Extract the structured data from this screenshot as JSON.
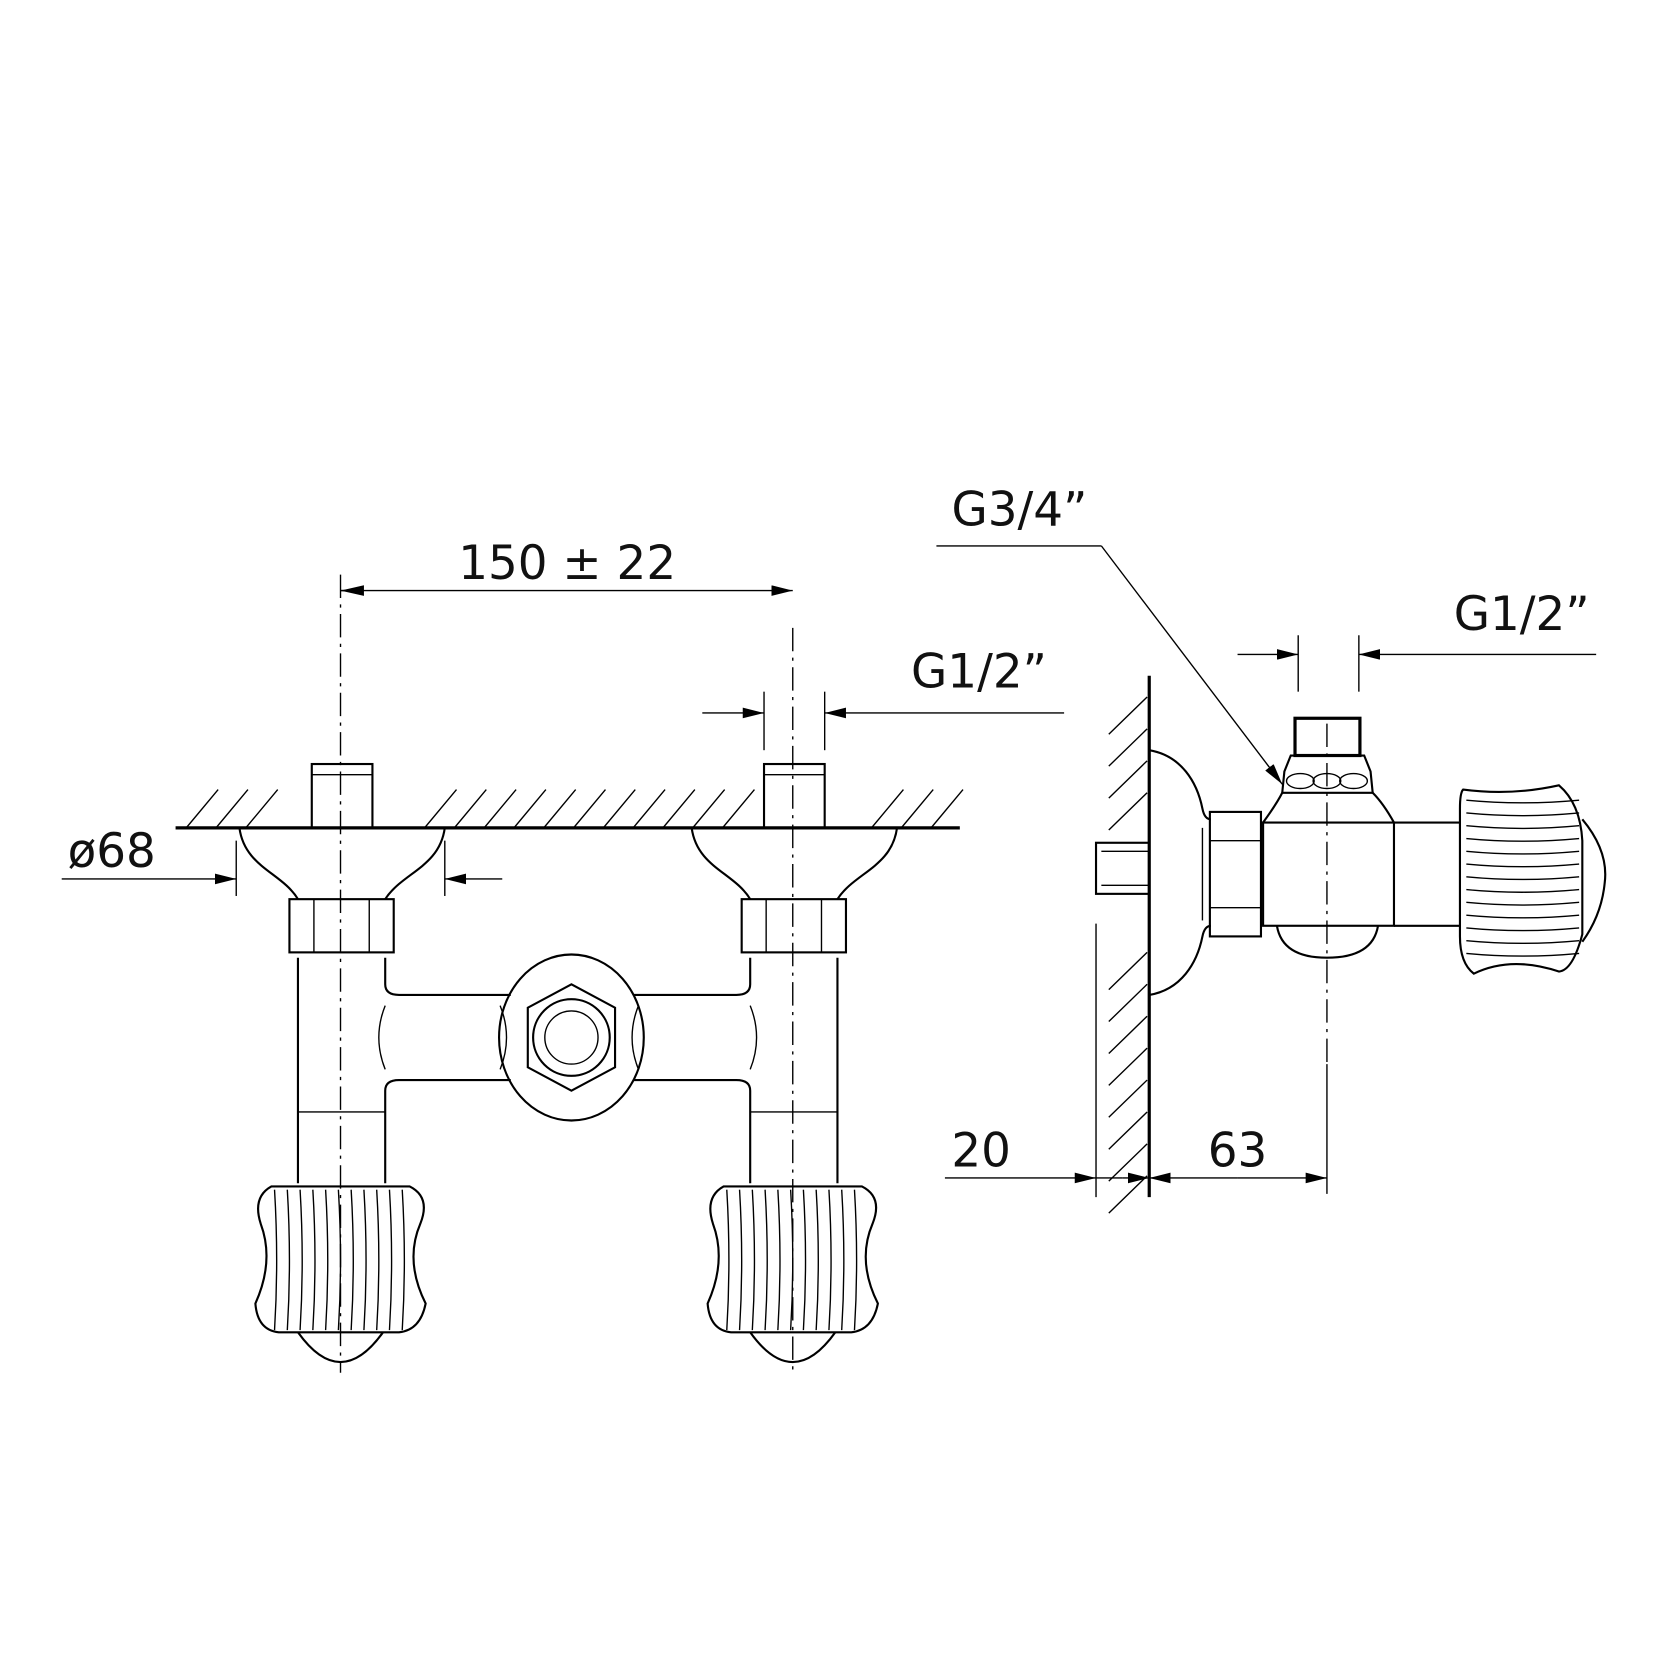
{
  "drawing": {
    "front_view": {
      "center_distance": "150 ± 22",
      "inlet_thread": "G1/2”",
      "escutcheon_diameter": "ø68"
    },
    "side_view": {
      "outlet_thread": "G3/4”",
      "inlet_thread": "G1/2”",
      "wall_offset": "20",
      "projection": "63"
    }
  }
}
